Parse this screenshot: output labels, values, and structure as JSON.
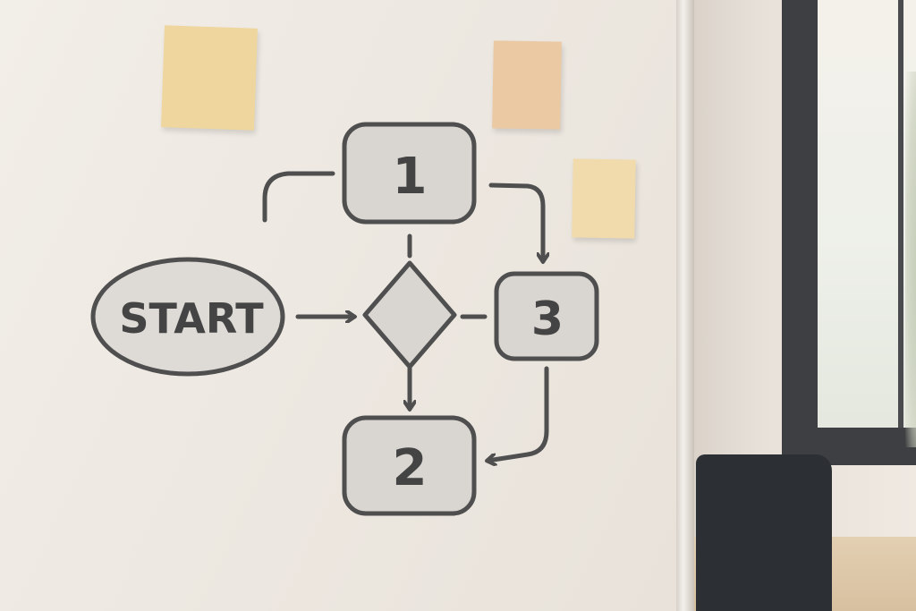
{
  "flowchart": {
    "start_label": "START",
    "box_1_label": "1",
    "box_2_label": "2",
    "box_3_label": "3"
  },
  "colors": {
    "ink": "#4f4f4f",
    "node_fill": "#d9d5d1",
    "whiteboard": "#ede8e1",
    "sticky_yellow": "#eed69e",
    "sticky_peach": "#ebc9a3"
  }
}
